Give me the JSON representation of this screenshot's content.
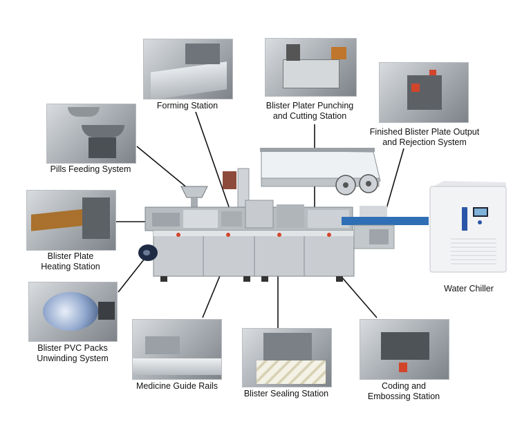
{
  "callouts": {
    "forming": {
      "lines": [
        "Forming Station"
      ]
    },
    "punching": {
      "lines": [
        "Blister Plater Punching",
        "and Cutting Station"
      ]
    },
    "output": {
      "lines": [
        "Finished Blister Plate Output",
        "and Rejection System"
      ]
    },
    "pills": {
      "lines": [
        "Pills Feeding System"
      ]
    },
    "heating": {
      "lines": [
        "Blister Plate",
        "Heating Station"
      ]
    },
    "chiller": {
      "lines": [
        "Water Chiller"
      ]
    },
    "unwinding": {
      "lines": [
        "Blister PVC Packs",
        "Unwinding System"
      ]
    },
    "guide": {
      "lines": [
        "Medicine Guide Rails"
      ]
    },
    "sealing": {
      "lines": [
        "Blister Sealing Station"
      ]
    },
    "coding": {
      "lines": [
        "Coding and",
        "Embossing Station"
      ]
    }
  },
  "colors": {
    "leader_line": "#111111",
    "machine_steel": "#c9cdd1",
    "conveyor_blue": "#2f6fb5",
    "chiller_body": "#f2f3f5",
    "panel_blue": "#2a56a8",
    "accent_red": "#d2452b"
  }
}
